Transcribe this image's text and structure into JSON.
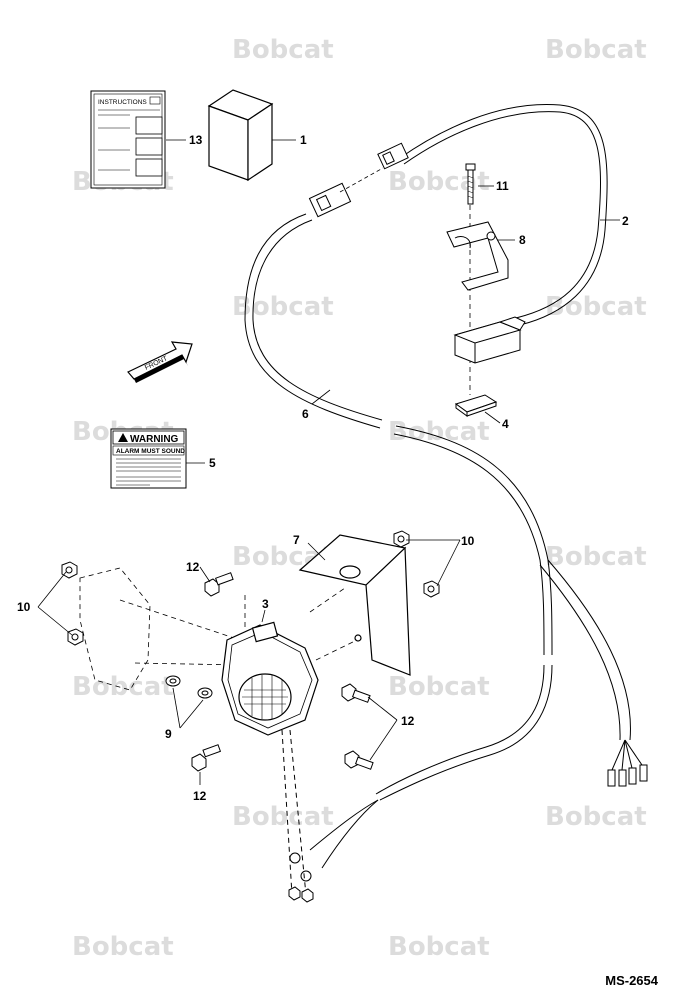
{
  "watermark": {
    "brand": "Bobcat"
  },
  "labels": {
    "instructions_title": "INSTRUCTIONS",
    "front_arrow": "FRONT",
    "warning_title": "WARNING",
    "warning_subtitle": "ALARM MUST SOUND!"
  },
  "callouts": {
    "c1": "1",
    "c2": "2",
    "c3": "3",
    "c4": "4",
    "c5": "5",
    "c6": "6",
    "c7": "7",
    "c8": "8",
    "c9": "9",
    "c10a": "10",
    "c10b": "10",
    "c11": "11",
    "c12a": "12",
    "c12b": "12",
    "c12c": "12",
    "c13": "13"
  },
  "doc_code": "MS-2654",
  "colors": {
    "line": "#000000",
    "watermark": "#dcdcdc",
    "background": "#ffffff"
  }
}
